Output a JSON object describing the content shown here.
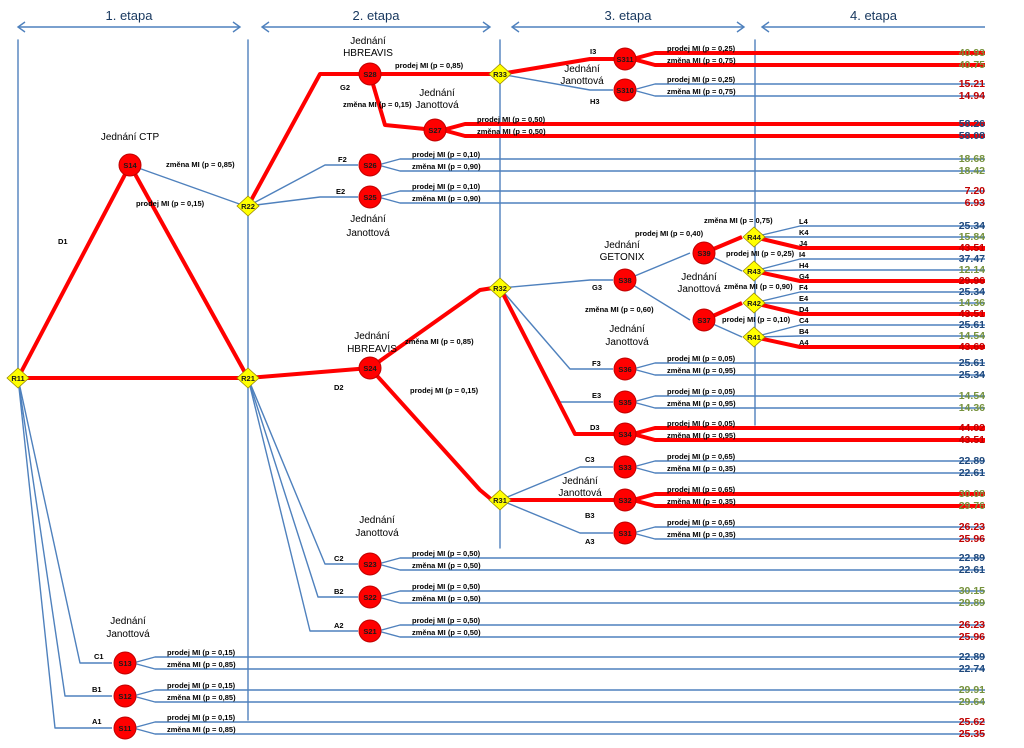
{
  "colors": {
    "blue_line": "#4f81bd",
    "red_line": "#ff0000",
    "node_fill": "#ff0000",
    "decision_fill": "#ffff00",
    "val_blue": "#1f497d",
    "val_green": "#4f6228",
    "val_red": "#c00000",
    "val_olive": "#76923c"
  },
  "stages": [
    "1. etapa",
    "2. etapa",
    "3. etapa",
    "4. etapa"
  ],
  "decision_nodes": [
    "R11",
    "R21",
    "R22",
    "R31",
    "R32",
    "R33",
    "R41",
    "R42",
    "R43",
    "R44"
  ],
  "chance_nodes": [
    "S11",
    "S12",
    "S13",
    "S14",
    "S21",
    "S22",
    "S23",
    "S24",
    "S25",
    "S26",
    "S27",
    "S28",
    "S31",
    "S32",
    "S33",
    "S34",
    "S35",
    "S36",
    "S37",
    "S38",
    "S39",
    "S310",
    "S311"
  ],
  "titles": {
    "ctp": "Jednání CTP",
    "hbreavis_top_1": "Jednání",
    "hbreavis_top_2": "HBREAVIS",
    "janottova_s27_1": "Jednání",
    "janottova_s27_2": "Janottová",
    "janottova_s310_1": "Jednání",
    "janottova_s310_2": "Janottová",
    "janottova_s25_1": "Jednání",
    "janottova_s25_2": "Janottová",
    "getonix_1": "Jednání",
    "getonix_2": "GETONIX",
    "janottova_s37_1": "Jednání",
    "janottova_s37_2": "Janottová",
    "janottova_s36_1": "Jednání",
    "janottova_s36_2": "Janottová",
    "hbreavis_mid_1": "Jednání",
    "hbreavis_mid_2": "HBREAVIS",
    "janottova_s32_1": "Jednání",
    "janottova_s32_2": "Janottová",
    "janottova_s23_1": "Jednání",
    "janottova_s23_2": "Janottová",
    "janottova_s13_1": "Jednání",
    "janottova_s13_2": "Janottová"
  },
  "branch_labels": [
    "D1",
    "D2",
    "D3",
    "G2",
    "G3",
    "F2",
    "F3",
    "E2",
    "E3",
    "C1",
    "C2",
    "C3",
    "C4",
    "B1",
    "B2",
    "B3",
    "B4",
    "A1",
    "A2",
    "A3",
    "A4",
    "I3",
    "H3",
    "L4",
    "K4",
    "J4",
    "I4",
    "H4",
    "G4",
    "F4",
    "E4",
    "D4"
  ],
  "edge_labels": {
    "s14_smena": "změna MI (p = 0,85)",
    "s14_prodej": "prodej MI (p = 0,15)",
    "s28_prodej": "prodej MI (p = 0,85)",
    "s28_smena": "změna MI (p = 0,15)",
    "s24_smena": "změna MI (p = 0,85)",
    "s24_prodej": "prodej MI (p = 0,15)",
    "s38_prodej": "prodej MI (p = 0,40)",
    "s38_smena": "změna MI (p = 0,60)",
    "s39_smena": "změna MI (p = 0,75)",
    "s39_prodej": "prodej MI (p = 0,25)",
    "s37_smena": "změna MI (p = 0,90)",
    "s37_prodej": "prodej MI (p = 0,10)"
  },
  "leaf_pairs": [
    {
      "node": "S311",
      "p1": "prodej MI (p = 0,25)",
      "p2": "změna MI (p = 0,75)",
      "v1": "40.93",
      "v2": "40.75",
      "c1": "val_olive",
      "c2": "val_olive"
    },
    {
      "node": "S310",
      "p1": "prodej MI (p = 0,25)",
      "p2": "změna MI (p = 0,75)",
      "v1": "15.21",
      "v2": "14.94",
      "c1": "val_red",
      "c2": "val_red"
    },
    {
      "node": "S27",
      "p1": "prodej MI (p = 0,50)",
      "p2": "změna MI (p = 0,50)",
      "v1": "58.26",
      "v2": "58.08",
      "c1": "val_blue",
      "c2": "val_blue"
    },
    {
      "node": "S26",
      "p1": "prodej MI (p = 0,10)",
      "p2": "změna MI (p = 0,90)",
      "v1": "18.68",
      "v2": "18.42",
      "c1": "val_olive",
      "c2": "val_olive"
    },
    {
      "node": "S25",
      "p1": "prodej MI (p = 0,10)",
      "p2": "změna MI (p = 0,90)",
      "v1": "7.20",
      "v2": "6.93",
      "c1": "val_red",
      "c2": "val_red"
    },
    {
      "node": "S36",
      "p1": "prodej MI (p = 0,05)",
      "p2": "změna MI (p = 0,95)",
      "v1": "25.61",
      "v2": "25.34",
      "c1": "val_blue",
      "c2": "val_blue"
    },
    {
      "node": "S35",
      "p1": "prodej MI (p = 0,05)",
      "p2": "změna MI (p = 0,95)",
      "v1": "14.54",
      "v2": "14.36",
      "c1": "val_olive",
      "c2": "val_olive"
    },
    {
      "node": "S34",
      "p1": "prodej MI (p = 0,05)",
      "p2": "změna MI (p = 0,95)",
      "v1": "44.02",
      "v2": "43.51",
      "c1": "val_red",
      "c2": "val_red"
    },
    {
      "node": "S33",
      "p1": "prodej MI (p = 0,65)",
      "p2": "změna MI (p = 0,35)",
      "v1": "22.89",
      "v2": "22.61",
      "c1": "val_blue",
      "c2": "val_blue"
    },
    {
      "node": "S32",
      "p1": "prodej MI (p = 0,65)",
      "p2": "změna MI (p = 0,35)",
      "v1": "30.08",
      "v2": "29.76",
      "c1": "val_olive",
      "c2": "val_olive"
    },
    {
      "node": "S31",
      "p1": "prodej MI (p = 0,65)",
      "p2": "změna MI (p = 0,35)",
      "v1": "26.23",
      "v2": "25.96",
      "c1": "val_red",
      "c2": "val_red"
    },
    {
      "node": "S23",
      "p1": "prodej MI (p = 0,50)",
      "p2": "změna MI (p = 0,50)",
      "v1": "22.89",
      "v2": "22.61",
      "c1": "val_blue",
      "c2": "val_blue"
    },
    {
      "node": "S22",
      "p1": "prodej MI (p = 0,50)",
      "p2": "změna MI (p = 0,50)",
      "v1": "30.15",
      "v2": "29.89",
      "c1": "val_olive",
      "c2": "val_olive"
    },
    {
      "node": "S21",
      "p1": "prodej MI (p = 0,50)",
      "p2": "změna MI (p = 0,50)",
      "v1": "26.23",
      "v2": "25.96",
      "c1": "val_red",
      "c2": "val_red"
    },
    {
      "node": "S13",
      "p1": "prodej MI (p = 0,15)",
      "p2": "změna MI (p = 0,85)",
      "v1": "22.89",
      "v2": "22.74",
      "c1": "val_blue",
      "c2": "val_blue"
    },
    {
      "node": "S12",
      "p1": "prodej MI (p = 0,15)",
      "p2": "změna MI (p = 0,85)",
      "v1": "29.91",
      "v2": "29.64",
      "c1": "val_olive",
      "c2": "val_olive"
    },
    {
      "node": "S11",
      "p1": "prodej MI (p = 0,15)",
      "p2": "změna MI (p = 0,85)",
      "v1": "25.62",
      "v2": "25.35",
      "c1": "val_red",
      "c2": "val_red"
    }
  ],
  "stage4_values": [
    {
      "v": "25.34",
      "c": "val_blue"
    },
    {
      "v": "15.84",
      "c": "val_olive"
    },
    {
      "v": "43.51",
      "c": "val_red"
    },
    {
      "v": "37.47",
      "c": "val_blue"
    },
    {
      "v": "12.14",
      "c": "val_olive"
    },
    {
      "v": "29.96",
      "c": "val_red"
    },
    {
      "v": "25.34",
      "c": "val_blue"
    },
    {
      "v": "14.36",
      "c": "val_olive"
    },
    {
      "v": "43.51",
      "c": "val_red"
    },
    {
      "v": "25.61",
      "c": "val_blue"
    },
    {
      "v": "14.54",
      "c": "val_olive"
    },
    {
      "v": "43.69",
      "c": "val_red"
    }
  ]
}
